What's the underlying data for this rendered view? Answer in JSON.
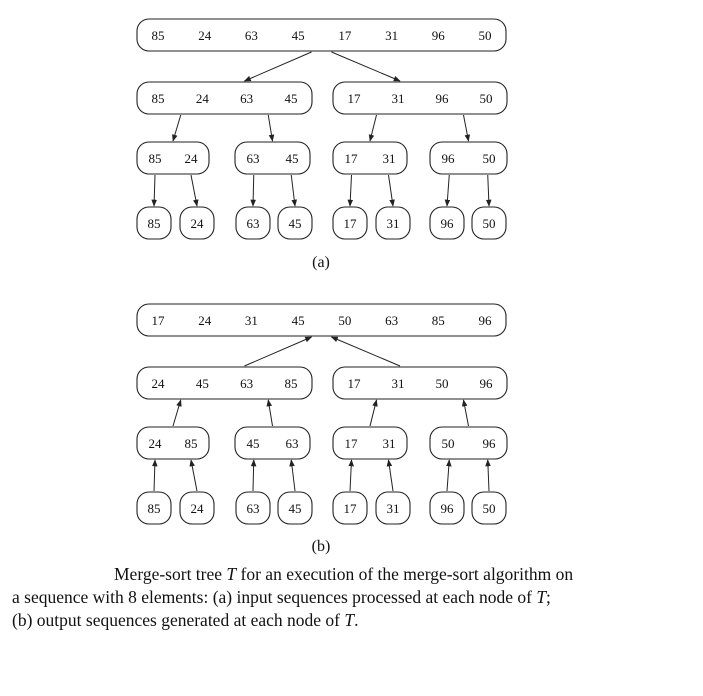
{
  "diagrams": [
    {
      "id": "a",
      "label": "(a)",
      "edge_direction": "down",
      "levels": [
        [
          [
            "85",
            "24",
            "63",
            "45",
            "17",
            "31",
            "96",
            "50"
          ]
        ],
        [
          [
            "85",
            "24",
            "63",
            "45"
          ],
          [
            "17",
            "31",
            "96",
            "50"
          ]
        ],
        [
          [
            "85",
            "24"
          ],
          [
            "63",
            "45"
          ],
          [
            "17",
            "31"
          ],
          [
            "96",
            "50"
          ]
        ],
        [
          [
            "85"
          ],
          [
            "24"
          ],
          [
            "63"
          ],
          [
            "45"
          ],
          [
            "17"
          ],
          [
            "31"
          ],
          [
            "96"
          ],
          [
            "50"
          ]
        ]
      ]
    },
    {
      "id": "b",
      "label": "(b)",
      "edge_direction": "up",
      "levels": [
        [
          [
            "17",
            "24",
            "31",
            "45",
            "50",
            "63",
            "85",
            "96"
          ]
        ],
        [
          [
            "24",
            "45",
            "63",
            "85"
          ],
          [
            "17",
            "31",
            "50",
            "96"
          ]
        ],
        [
          [
            "24",
            "85"
          ],
          [
            "45",
            "63"
          ],
          [
            "17",
            "31"
          ],
          [
            "50",
            "96"
          ]
        ],
        [
          [
            "85"
          ],
          [
            "24"
          ],
          [
            "63"
          ],
          [
            "45"
          ],
          [
            "17"
          ],
          [
            "31"
          ],
          [
            "96"
          ],
          [
            "50"
          ]
        ]
      ]
    }
  ],
  "caption": {
    "line1_pre": "Merge-sort tree ",
    "line1_var": "T",
    "line1_post": " for an execution of the merge-sort algorithm on",
    "line2_pre": "a sequence with 8 elements: (a) input sequences processed at each node of ",
    "line2_var": "T",
    "line2_post": ";",
    "line3_pre": "(b) output sequences generated at each node of ",
    "line3_var": "T",
    "line3_post": "."
  }
}
